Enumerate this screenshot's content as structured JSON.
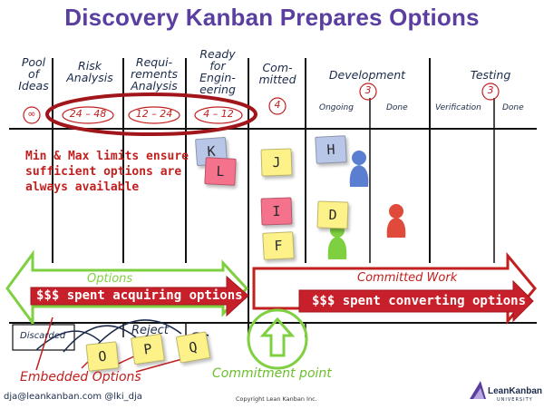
{
  "title": "Discovery Kanban Prepares Options",
  "columns": {
    "pool": "Pool\nof\nIdeas",
    "risk": "Risk\nAnalysis",
    "req": "Requi-\nrements\nAnalysis",
    "ready": "Ready\nfor\nEngin-\neering",
    "committed": "Com-\nmitted",
    "development": "Development",
    "testing": "Testing"
  },
  "subcolumns": {
    "dev_ongoing": "Ongoing",
    "dev_done": "Done",
    "test_verification": "Verification",
    "test_done": "Done"
  },
  "limits": {
    "pool": "∞",
    "risk": "24 – 48",
    "req": "12 – 24",
    "ready": "4 – 12",
    "committed": "4",
    "development": "3",
    "testing": "3"
  },
  "note": "Min & Max limits ensure sufficient options are always available",
  "cards": {
    "K": "K",
    "L": "L",
    "J": "J",
    "H": "H",
    "I": "I",
    "D": "D",
    "F": "F",
    "O": "O",
    "P": "P",
    "Q": "Q"
  },
  "arrows": {
    "options_title": "Options",
    "options_text": "$$$ spent acquiring options",
    "committed_title": "Committed Work",
    "committed_text": "$$$ spent converting options"
  },
  "discarded": "Discarded",
  "reject": "Reject",
  "embedded": "Embedded Options",
  "commitment_point": "Commitment point",
  "footer": {
    "contact": "dja@leankanban.com @lki_dja",
    "copyright": "Copyright Lean Kanban Inc.",
    "logo": "LeanKanban",
    "logo_sub": "UNIVERSITY"
  },
  "colors": {
    "title": "#5b3fa0",
    "red": "#c21f1f",
    "green": "#6abf2a",
    "card_yellow": "#fdf28a",
    "card_pink": "#f4728c",
    "card_blue": "#b8c6e8",
    "token_blue": "#5b7fd0",
    "token_red": "#e04a3a",
    "token_green": "#7fd040"
  }
}
